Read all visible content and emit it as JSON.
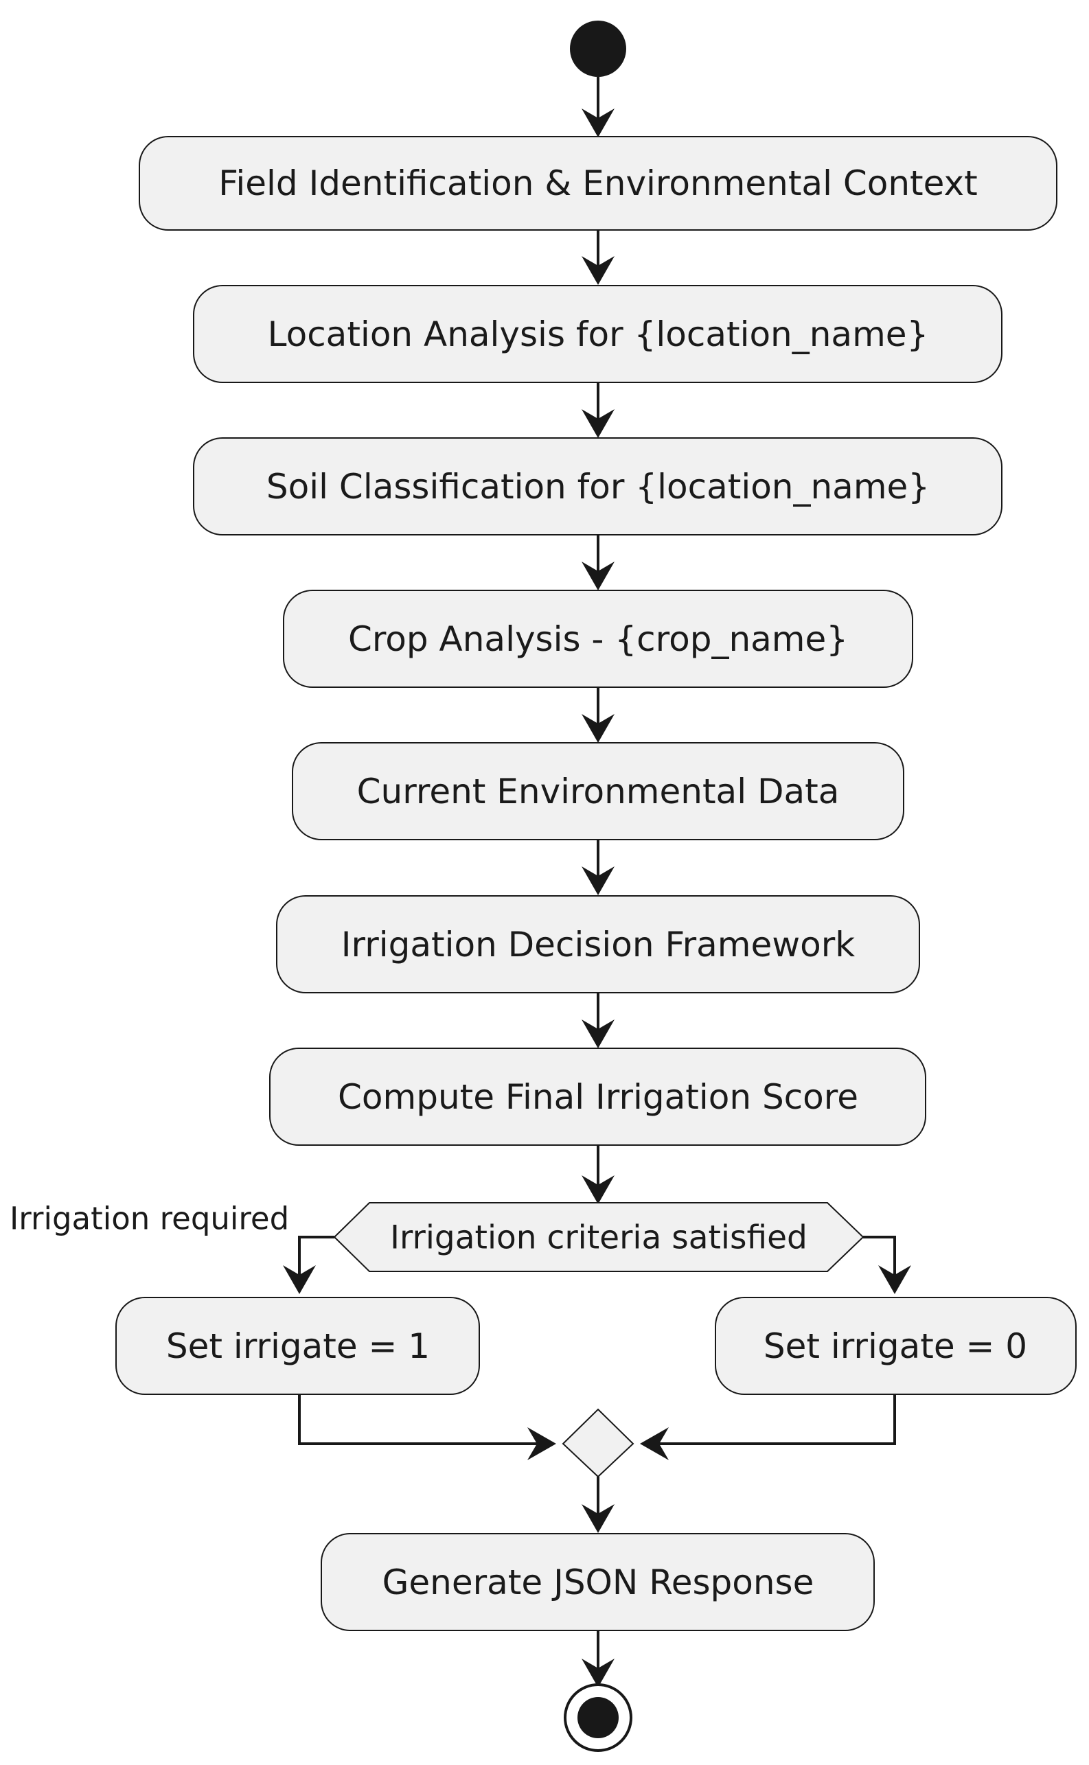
{
  "activities": {
    "field_identification": "Field Identification & Environmental Context",
    "location_analysis": "Location Analysis for {location_name}",
    "soil_classification": "Soil Classification for {location_name}",
    "crop_analysis": "Crop Analysis - {crop_name}",
    "environmental_data": "Current Environmental Data",
    "irrigation_framework": "Irrigation Decision Framework",
    "compute_score": "Compute Final Irrigation Score",
    "set_irrigate_1": "Set irrigate = 1",
    "set_irrigate_0": "Set irrigate = 0",
    "generate_json": "Generate JSON Response"
  },
  "decision": {
    "label": "Irrigation criteria satisfied",
    "true_branch_label": "Irrigation required"
  },
  "colors": {
    "node_fill": "#f1f1f1",
    "node_stroke": "#181818",
    "edge": "#181818",
    "text": "#1a1a1a"
  }
}
